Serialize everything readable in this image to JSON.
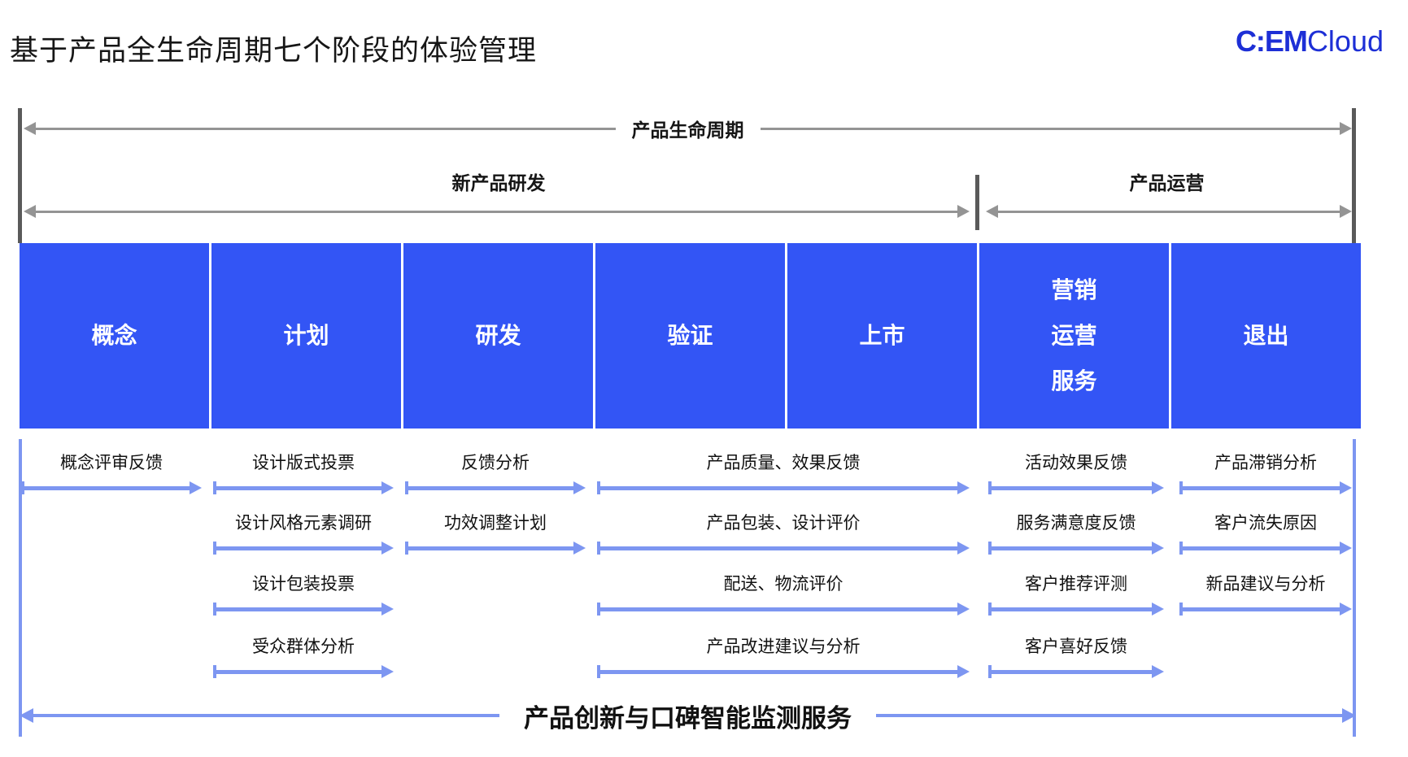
{
  "title": "基于产品全生命周期七个阶段的体验管理",
  "logo": {
    "cem": "C:EM",
    "cloud": "Cloud"
  },
  "timeline": {
    "lifecycle_label": "产品生命周期",
    "npd_label": "新产品研发",
    "operation_label": "产品运营"
  },
  "stages": [
    {
      "label": "概念"
    },
    {
      "label": "计划"
    },
    {
      "label": "研发"
    },
    {
      "label": "验证"
    },
    {
      "label": "上市"
    },
    {
      "label": "营销\n运营\n服务"
    },
    {
      "label": "退出"
    }
  ],
  "feedback_rows": [
    {
      "items": [
        {
          "column": "concept",
          "label": "概念评审反馈"
        },
        {
          "column": "plan",
          "label": "设计版式投票"
        },
        {
          "column": "rd",
          "label": "反馈分析"
        },
        {
          "column": "validate-launch",
          "label": "产品质量、效果反馈"
        },
        {
          "column": "marketing-operation-service",
          "label": "活动效果反馈"
        },
        {
          "column": "exit",
          "label": "产品滞销分析"
        }
      ]
    },
    {
      "items": [
        {
          "column": "plan",
          "label": "设计风格元素调研"
        },
        {
          "column": "rd",
          "label": "功效调整计划"
        },
        {
          "column": "validate-launch",
          "label": "产品包装、设计评价"
        },
        {
          "column": "marketing-operation-service",
          "label": "服务满意度反馈"
        },
        {
          "column": "exit",
          "label": "客户流失原因"
        }
      ]
    },
    {
      "items": [
        {
          "column": "plan",
          "label": "设计包装投票"
        },
        {
          "column": "validate-launch",
          "label": "配送、物流评价"
        },
        {
          "column": "marketing-operation-service",
          "label": "客户推荐评测"
        },
        {
          "column": "exit",
          "label": "新品建议与分析"
        }
      ]
    },
    {
      "items": [
        {
          "column": "plan",
          "label": "受众群体分析"
        },
        {
          "column": "validate-launch",
          "label": "产品改进建议与分析"
        },
        {
          "column": "marketing-operation-service",
          "label": "客户喜好反馈"
        }
      ]
    }
  ],
  "bottom": {
    "label": "产品创新与口碑智能监测服务"
  },
  "colors": {
    "stage_blue": "#3355F5",
    "feedback_arrow_blue": "#7D96F1",
    "timeline_gray": "#949494",
    "bar_dark": "#5A5A5A",
    "logo_blue": "#1D2FD6",
    "text_dark": "#161616"
  }
}
